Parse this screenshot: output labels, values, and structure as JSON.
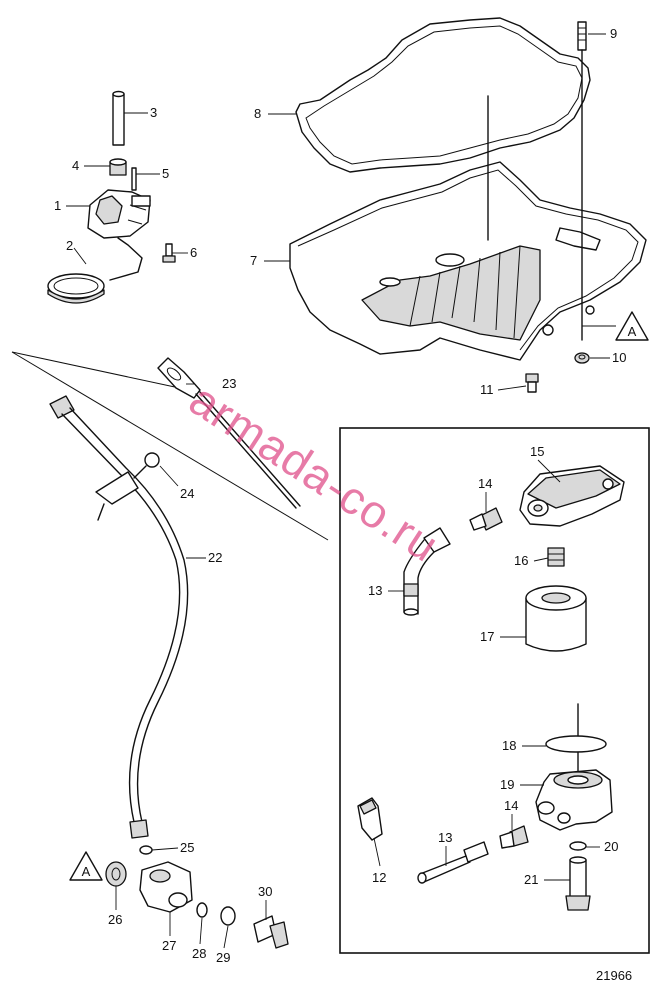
{
  "drawing_number": "21966",
  "watermark": "armada-co.ru",
  "reference_marker": "A",
  "callouts": [
    "1",
    "2",
    "3",
    "4",
    "5",
    "6",
    "7",
    "8",
    "9",
    "10",
    "11",
    "12",
    "13",
    "14",
    "15",
    "16",
    "17",
    "18",
    "19",
    "20",
    "21",
    "22",
    "23",
    "24",
    "25",
    "26",
    "27",
    "28",
    "29",
    "30"
  ]
}
